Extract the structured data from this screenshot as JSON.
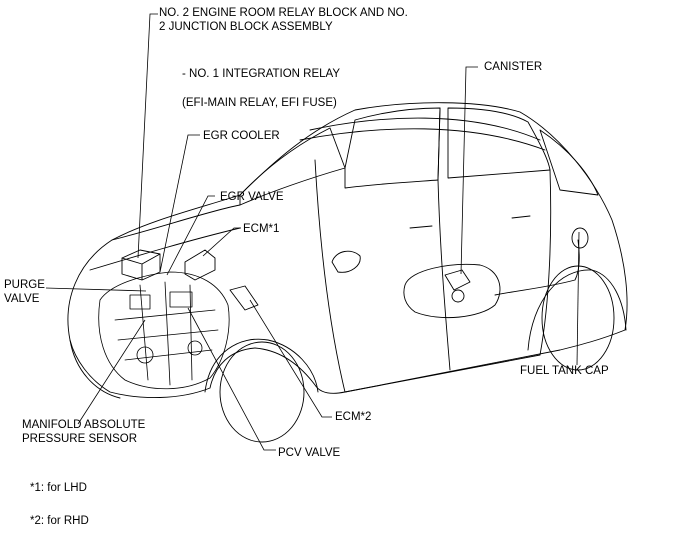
{
  "labels": {
    "relay_block_line1": "NO. 2 ENGINE ROOM RELAY BLOCK AND NO.",
    "relay_block_line2": "2 JUNCTION BLOCK ASSEMBLY",
    "integration_relay": "- NO. 1 INTEGRATION RELAY",
    "efi_relay": "(EFI-MAIN RELAY, EFI FUSE)",
    "egr_cooler": "EGR COOLER",
    "egr_valve": "EGR VALVE",
    "ecm1": "ECM*1",
    "canister": "CANISTER",
    "purge_valve_line1": "PURGE",
    "purge_valve_line2": "VALVE",
    "fuel_tank_cap": "FUEL TANK CAP",
    "map_sensor_line1": "MANIFOLD ABSOLUTE",
    "map_sensor_line2": "PRESSURE SENSOR",
    "ecm2": "ECM*2",
    "pcv_valve": "PCV VALVE"
  },
  "notes": {
    "note1": "*1: for LHD",
    "note2": "*2: for RHD"
  }
}
